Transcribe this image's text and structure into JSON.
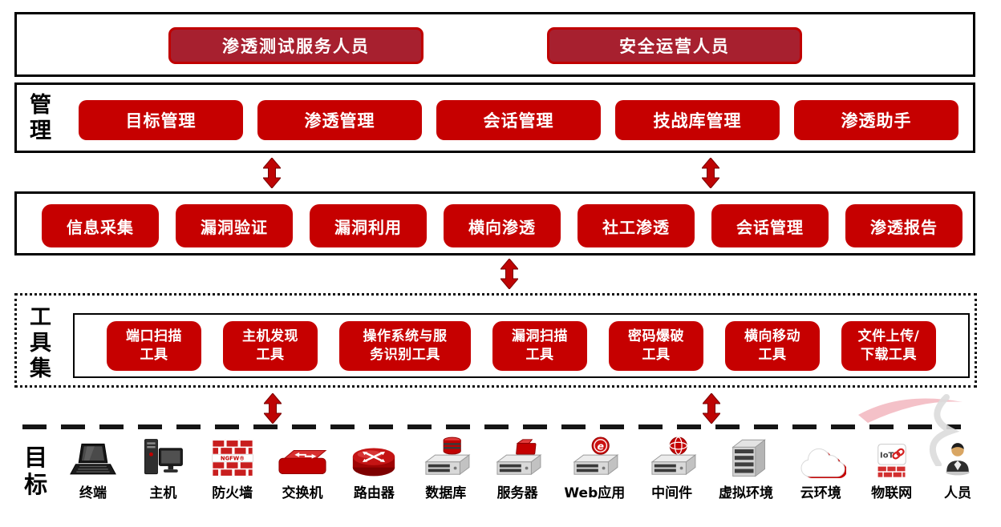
{
  "personas": {
    "items": [
      "渗透测试服务人员",
      "安全运营人员"
    ]
  },
  "management": {
    "label": "管理",
    "items": [
      "目标管理",
      "渗透管理",
      "会话管理",
      "技战库管理",
      "渗透助手"
    ]
  },
  "flow": {
    "items": [
      "信息采集",
      "漏洞验证",
      "漏洞利用",
      "横向渗透",
      "社工渗透",
      "会话管理",
      "渗透报告"
    ]
  },
  "toolset": {
    "label": "工具集",
    "items": [
      "端口扫描\n工具",
      "主机发现\n工具",
      "操作系统与服\n务识别工具",
      "漏洞扫描\n工具",
      "密码爆破\n工具",
      "横向移动\n工具",
      "文件上传/\n下载工具"
    ]
  },
  "targets": {
    "label": "目标",
    "items": [
      {
        "label": "终端",
        "icon": "laptop-icon"
      },
      {
        "label": "主机",
        "icon": "host-icon"
      },
      {
        "label": "防火墙",
        "icon": "firewall-icon",
        "badge": "NGFW®"
      },
      {
        "label": "交换机",
        "icon": "switch-icon"
      },
      {
        "label": "路由器",
        "icon": "router-icon"
      },
      {
        "label": "数据库",
        "icon": "database-server-icon"
      },
      {
        "label": "服务器",
        "icon": "file-server-icon"
      },
      {
        "label": "Web应用",
        "icon": "web-app-server-icon",
        "badge": "e"
      },
      {
        "label": "中间件",
        "icon": "middleware-server-icon"
      },
      {
        "label": "虚拟环境",
        "icon": "virtualization-icon"
      },
      {
        "label": "云环境",
        "icon": "cloud-icon"
      },
      {
        "label": "物联网",
        "icon": "iot-icon",
        "badge": "IoT"
      },
      {
        "label": "人员",
        "icon": "person-icon"
      }
    ]
  },
  "colors": {
    "button_red": "#C60000",
    "persona_fill": "#A7202F",
    "persona_border": "#C00000",
    "arrow_red": "#BE0404",
    "border_black": "#000000"
  }
}
